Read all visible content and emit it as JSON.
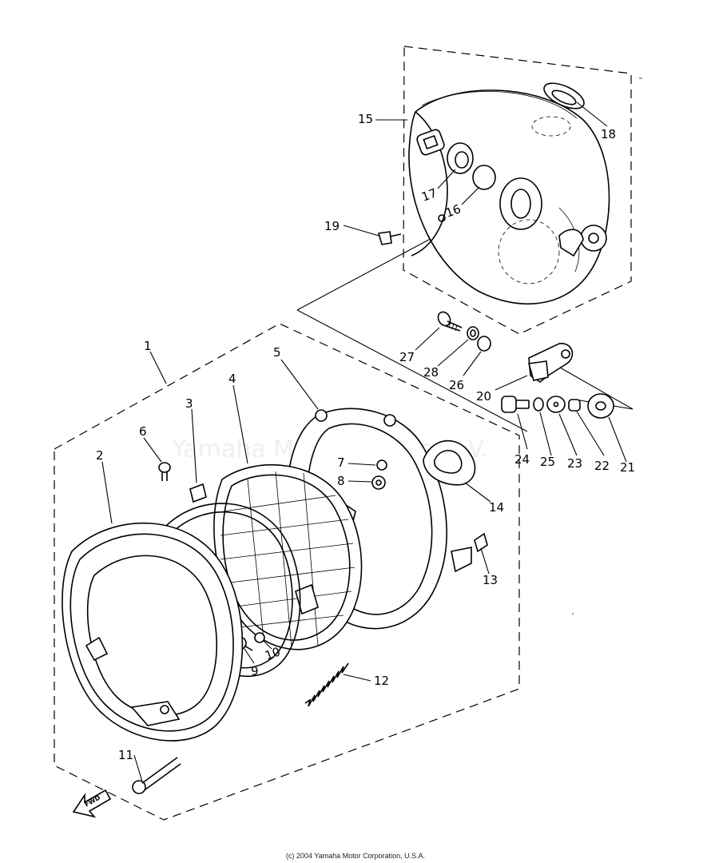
{
  "watermark": "Yamaha Motor Europe N.V.",
  "copyright": "(c) 2004 Yamaha Motor Corporation, U.S.A.",
  "fwd_label": "FWD",
  "callouts": {
    "c1": "1",
    "c2": "2",
    "c3": "3",
    "c4": "4",
    "c5": "5",
    "c6": "6",
    "c7": "7",
    "c8": "8",
    "c9": "9",
    "c10": "10",
    "c11": "11",
    "c12": "12",
    "c13": "13",
    "c14": "14",
    "c15": "15",
    "c16": "16",
    "c17": "17",
    "c18": "18",
    "c19": "19",
    "c20": "20",
    "c21": "21",
    "c22": "22",
    "c23": "23",
    "c24": "24",
    "c25": "25",
    "c26": "26",
    "c27": "27",
    "c28": "28"
  }
}
